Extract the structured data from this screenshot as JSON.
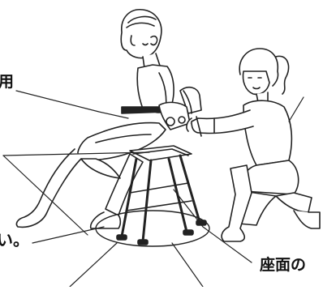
{
  "labels": {
    "top_left": "用",
    "bottom_left": "い。",
    "bottom_right": "座面の"
  },
  "colors": {
    "line": "#222222",
    "skin_fill": "#ffffff",
    "background": "#ffffff"
  }
}
